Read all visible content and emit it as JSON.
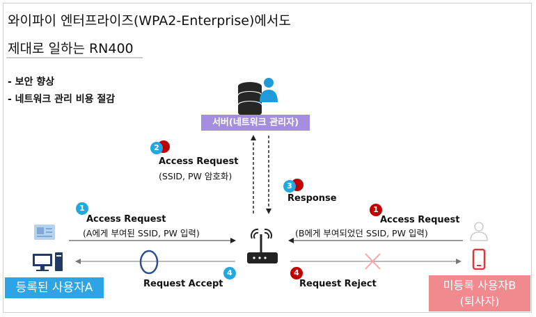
{
  "title": {
    "line1": "와이파이 엔터프라이즈(WPA2-Enterprise)에서도",
    "line2": "제대로 일하는 RN400"
  },
  "bullets": [
    "- 보안 향상",
    "- 네트워크 관리 비용 절감"
  ],
  "server_label": "서버(네트워크 관리자)",
  "step2": {
    "num": "2",
    "title": "Access Request",
    "sub": "(SSID, PW 암호화)"
  },
  "step3": {
    "num": "3",
    "title": "Response"
  },
  "left_step1": {
    "num": "1",
    "title": "Access Request",
    "sub": "(A에게 부여된 SSID, PW 입력)"
  },
  "right_step1": {
    "num": "1",
    "title": "Access Request",
    "sub": "(B에게 부여되었던 SSID, PW 입력)"
  },
  "left_step4": {
    "num": "4",
    "title": "Request Accept"
  },
  "right_step4": {
    "num": "4",
    "title": "Request Reject"
  },
  "user_a_label": "등록된 사용자A",
  "user_b_label": [
    "미등록 사용자B",
    "(퇴사자)"
  ],
  "colors": {
    "blue_step": "#22a7e0",
    "red_step": "#c00000",
    "server_tag": "#a58ee0",
    "user_a_tag": "#2da4e6",
    "user_b_tag": "#f18a8e",
    "server_icon": "#262626",
    "person_icon": "#1f9bd9"
  },
  "icons": [
    "database-server-icon",
    "person-icon",
    "wifi-router-icon",
    "id-card-icon",
    "desktop-computer-icon",
    "user-outline-icon",
    "smartphone-icon",
    "circle-accept-icon",
    "x-reject-icon"
  ]
}
